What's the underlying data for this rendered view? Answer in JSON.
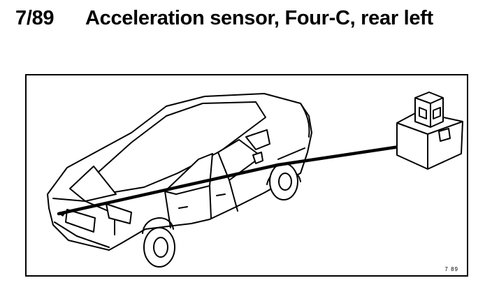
{
  "header": {
    "figure_number": "7/89",
    "title": "Acceleration sensor, Four-C, rear left"
  },
  "illustration": {
    "figure_code": "7 89",
    "subject_icon": "car-icon",
    "component_icon": "acceleration-sensor-icon"
  }
}
